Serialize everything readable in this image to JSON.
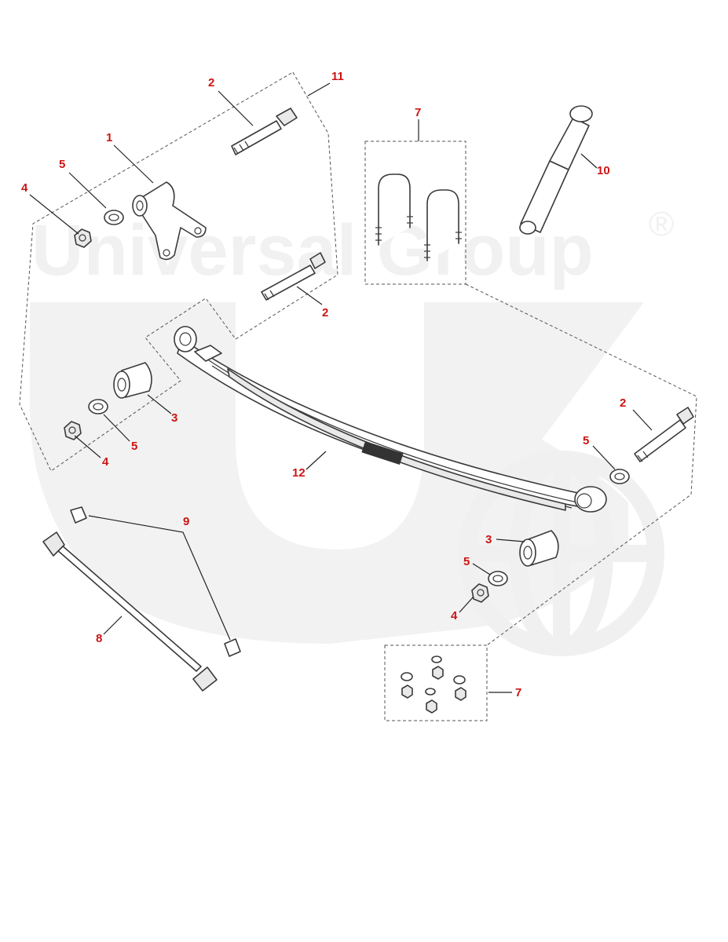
{
  "watermark": {
    "text": "Universal Group",
    "registered": "®",
    "color": "#f2f2f2"
  },
  "callout_color": "#cc1414",
  "callouts": {
    "c1": "1",
    "c2_top": "2",
    "c2_mid": "2",
    "c2_right": "2",
    "c3_left": "3",
    "c3_right": "3",
    "c4_topleft": "4",
    "c4_left": "4",
    "c4_right": "4",
    "c5_topleft": "5",
    "c5_left": "5",
    "c5_right_upper": "5",
    "c5_right_lower": "5",
    "c7_ubolts": "7",
    "c7_hardware": "7",
    "c8": "8",
    "c9": "9",
    "c10": "10",
    "c11": "11",
    "c12": "12"
  }
}
